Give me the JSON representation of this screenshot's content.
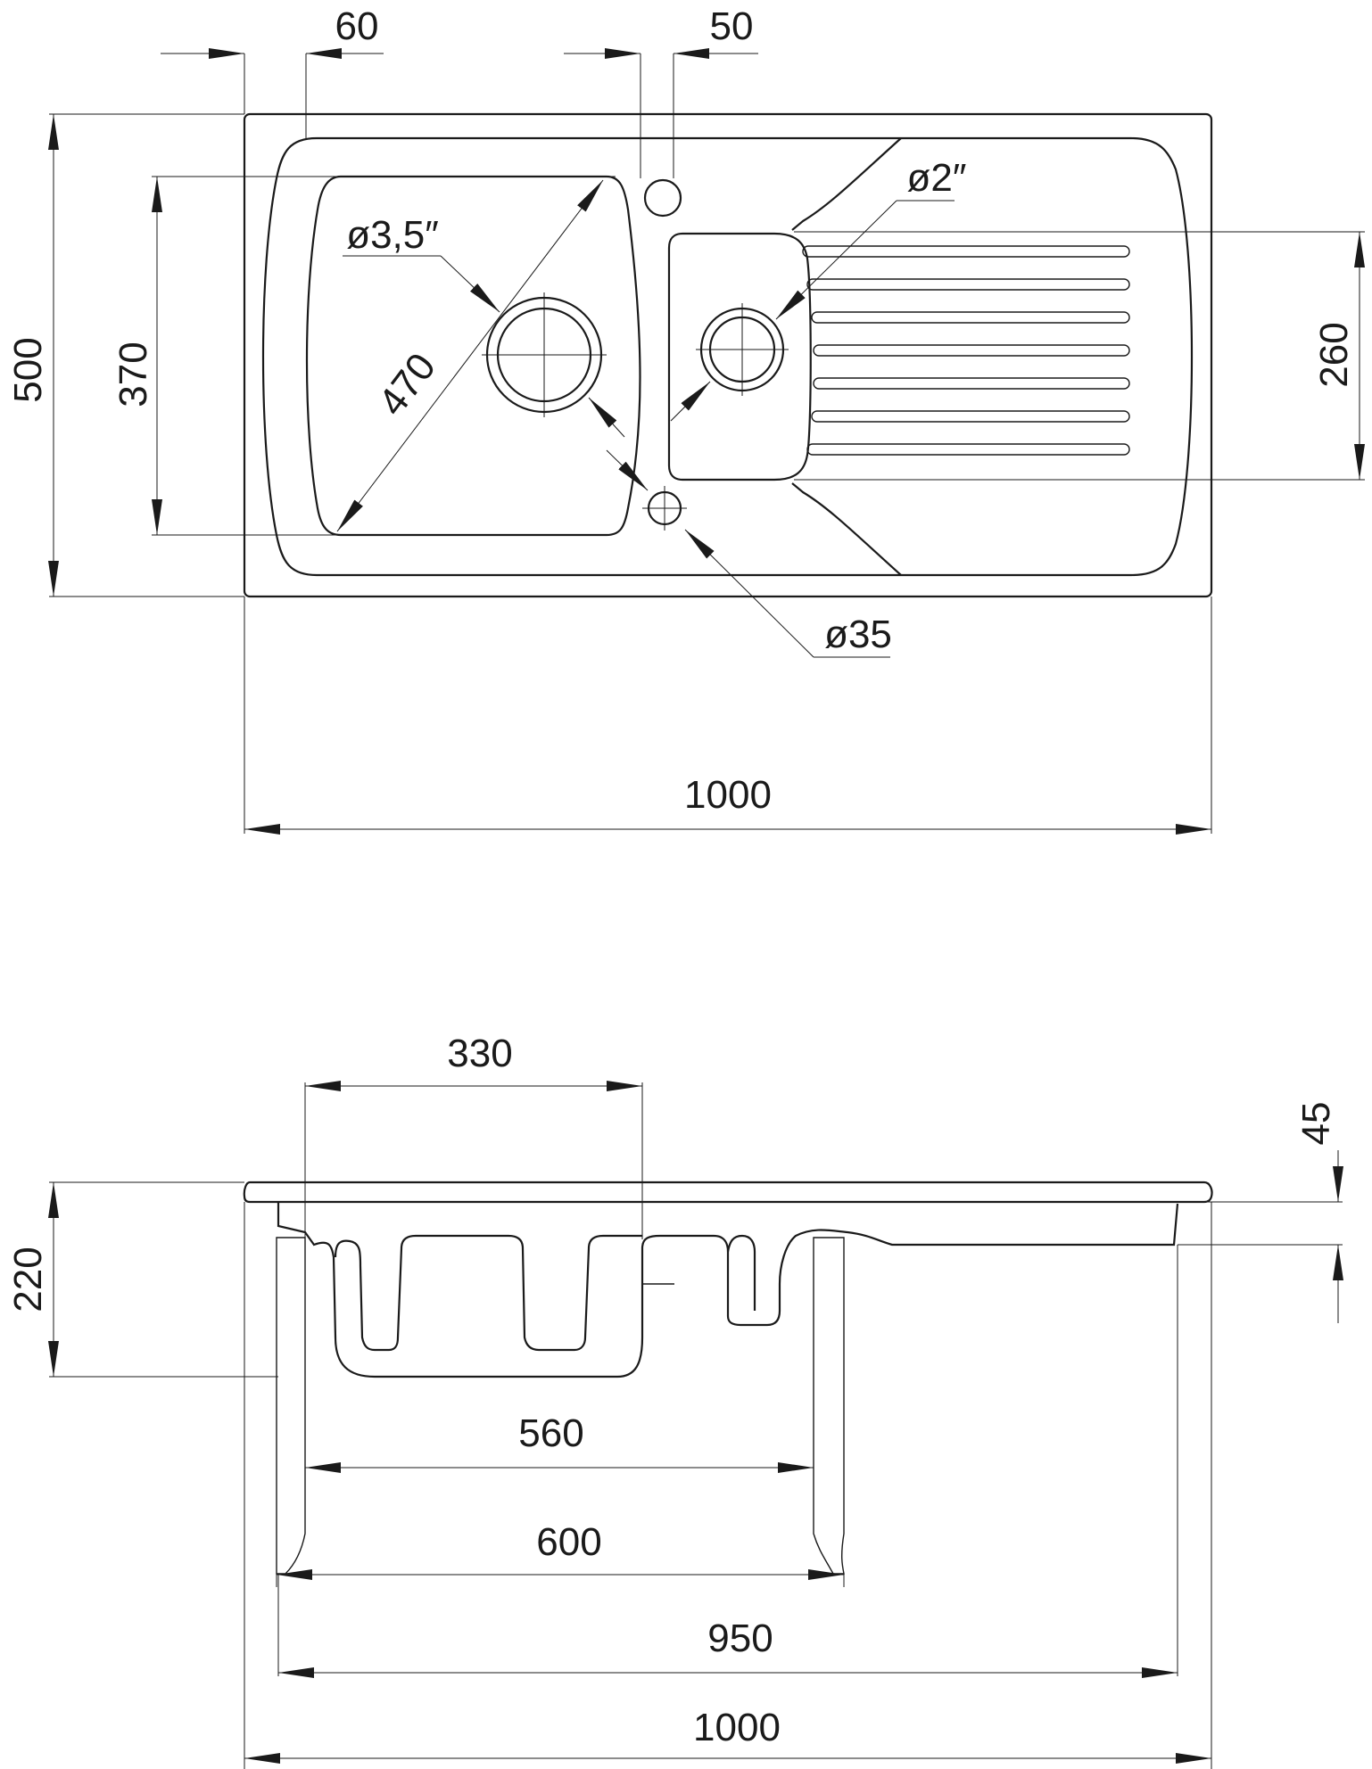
{
  "top_view": {
    "dim_bowl_inset": "60",
    "dim_tap_hole_offset": "50",
    "dim_depth": "500",
    "dim_bowl_length": "370",
    "dim_bowl_diagonal": "470",
    "dim_bowl_drain": "ø3,5″",
    "dim_drainer_drain": "ø2″",
    "dim_drainer_width": "260",
    "dim_overflow": "ø35",
    "dim_width": "1000"
  },
  "side_view": {
    "dim_bowl_width": "330",
    "dim_lip": "45",
    "dim_height": "220",
    "dim_cabinet_inner": "560",
    "dim_cabinet_outer": "600",
    "dim_cutout": "950",
    "dim_width": "1000"
  }
}
